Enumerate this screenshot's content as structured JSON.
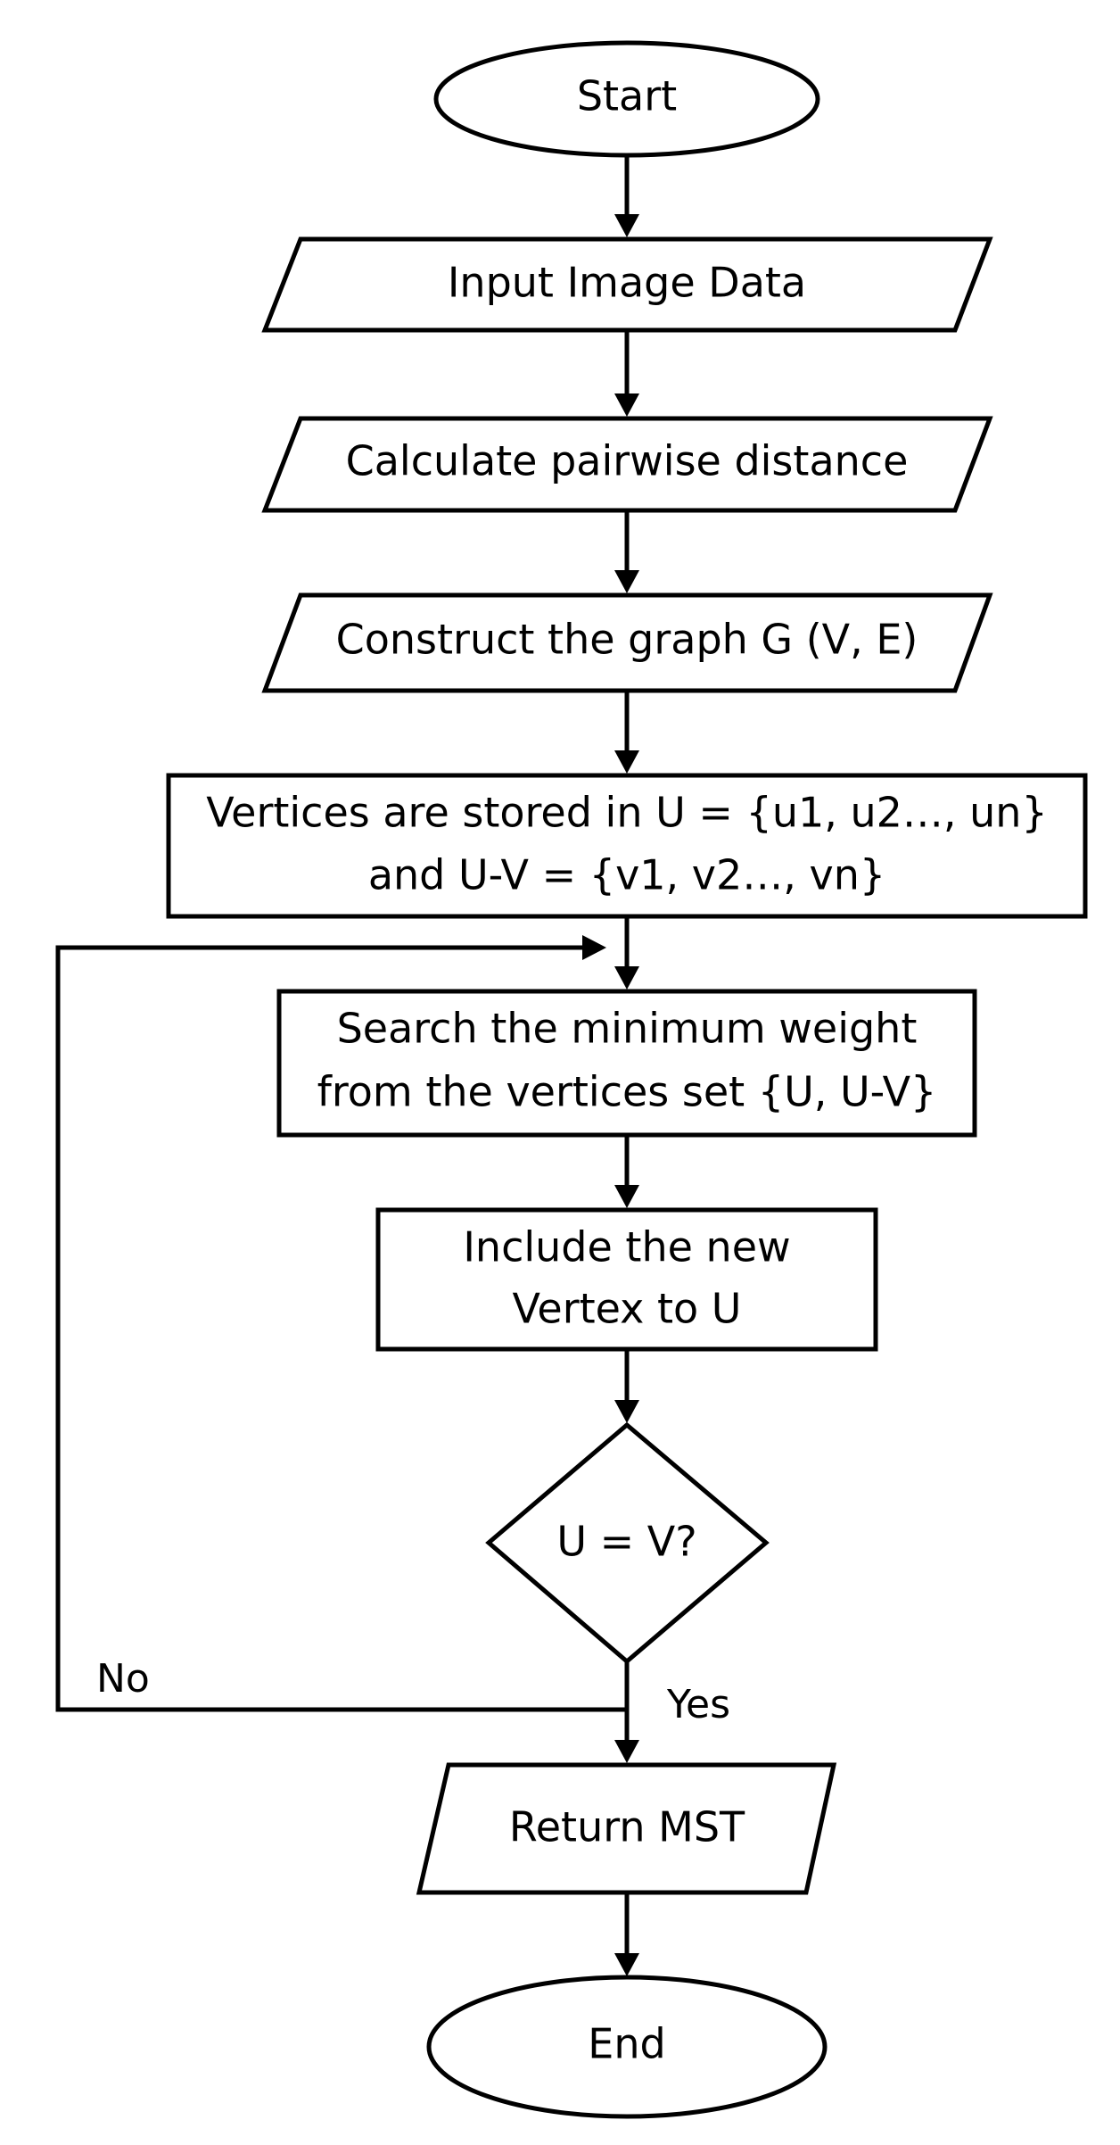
{
  "nodes": {
    "start": "Start",
    "input": "Input Image Data",
    "distance": "Calculate pairwise distance",
    "graph": "Construct the graph G (V, E)",
    "store": [
      "Vertices are stored in U = {u1, u2…, un}",
      "and U-V = {v1, v2…, vn}"
    ],
    "search": [
      "Search the minimum weight",
      "from the vertices set {U, U-V}"
    ],
    "include": [
      "Include the new",
      "Vertex to U"
    ],
    "decision": "U = V?",
    "return": "Return MST",
    "end": "End"
  },
  "branches": {
    "no": "No",
    "yes": "Yes"
  },
  "colors": {
    "stroke": "#000000",
    "fill": "#ffffff",
    "text": "#000000"
  }
}
